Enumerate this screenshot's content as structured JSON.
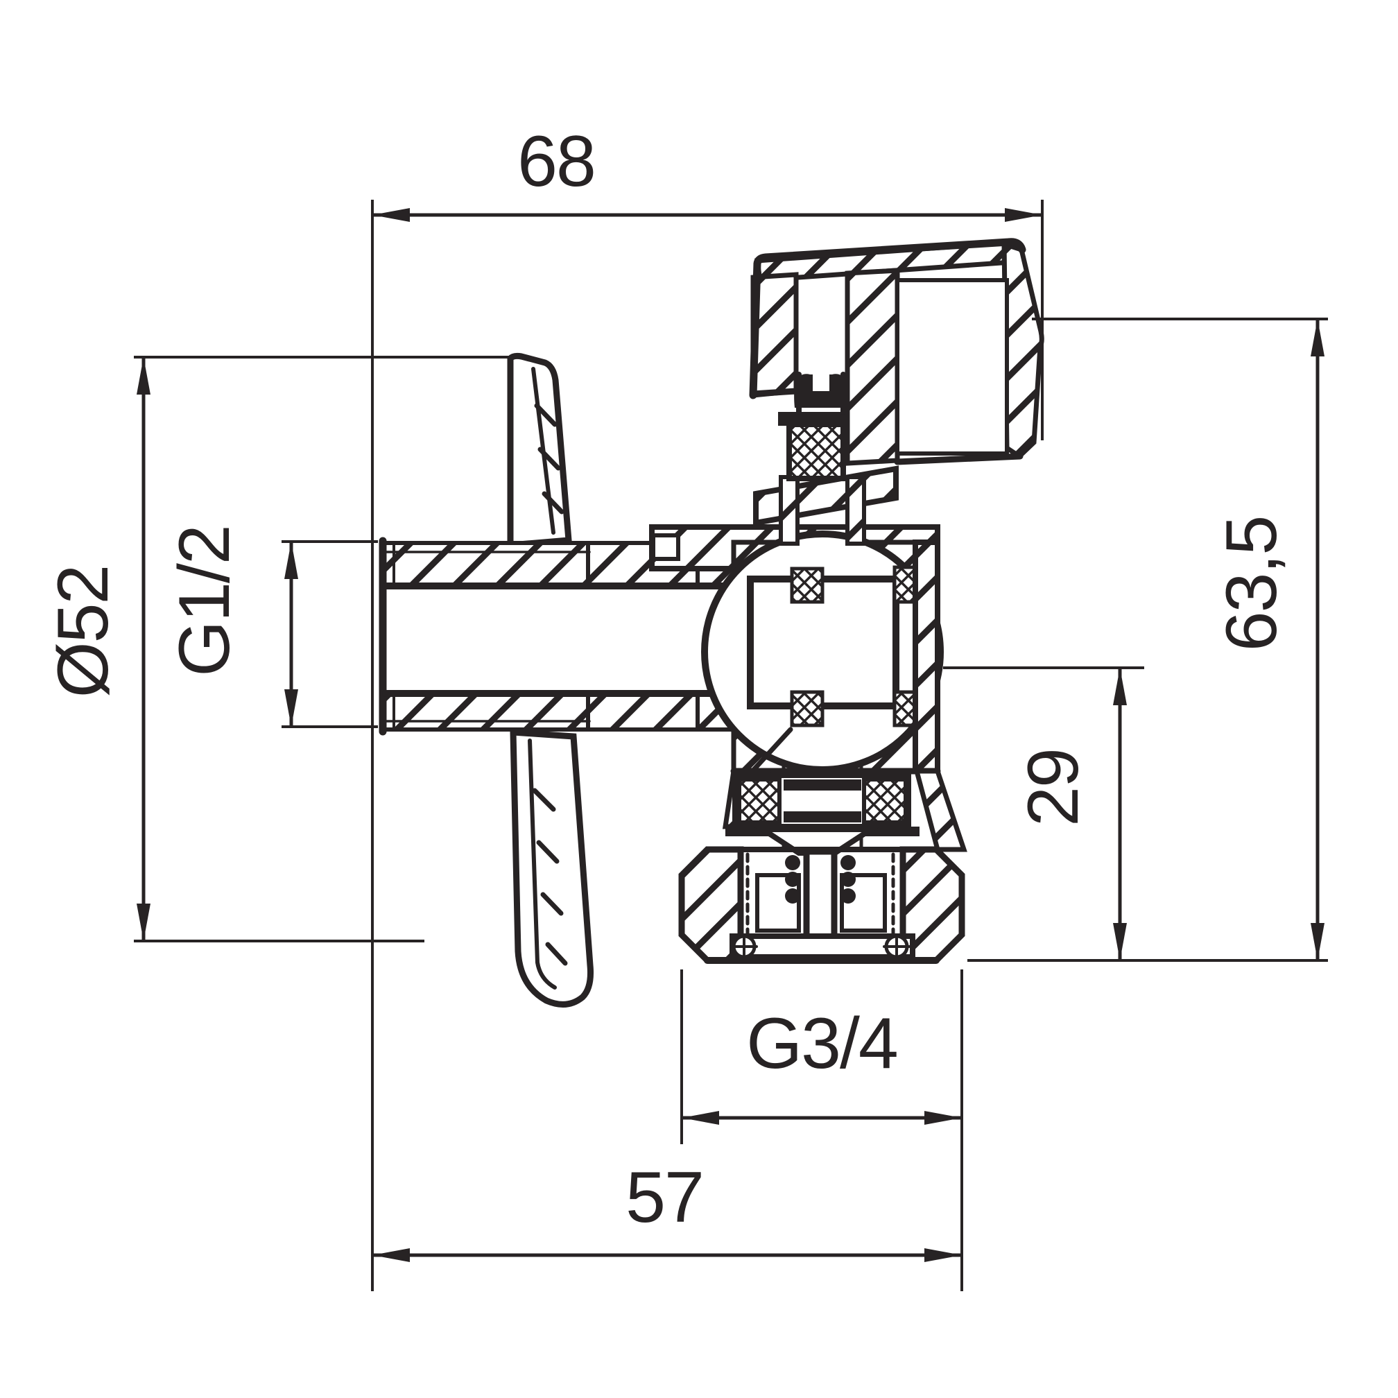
{
  "drawing": {
    "kind": "technical-drawing",
    "subject": "angle ball valve cross-section with union nut and wall rosette",
    "background": "#ffffff",
    "line_color": "#272324"
  },
  "dimensions": {
    "total_width": {
      "label": "68"
    },
    "rosette_diameter": {
      "label": "Ø52"
    },
    "inlet_thread": {
      "label": "G1/2"
    },
    "total_height": {
      "label": "63,5"
    },
    "outlet_offset": {
      "label": "29"
    },
    "outlet_thread": {
      "label": "G3/4"
    },
    "body_width": {
      "label": "57"
    }
  }
}
